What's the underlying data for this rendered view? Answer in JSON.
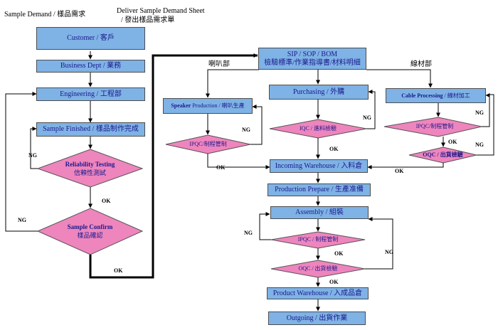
{
  "header": {
    "sample_demand": "Sample Demand / 樣品需求",
    "deliver_line1": "Deliver Sample Demand Sheet",
    "deliver_line2": "/ 發出樣品需求單"
  },
  "left": {
    "customer": "Customer / 客戶",
    "business": "Business Dept / 業務",
    "engineering": "Engineering / 工程部",
    "sample_finished": "Sample Finished / 樣品制作完成",
    "reliability_en": "Reliability Testing",
    "reliability_zh": "信賴性測試",
    "confirm_en": "Sample Confirm",
    "confirm_zh": "樣品確認"
  },
  "right": {
    "sip_line1": "SIP / SOP / BOM",
    "sip_line2": "檢驗標準/作業指導書/材料明細",
    "dept_speaker": "喇叭部",
    "dept_cable": "線材部",
    "speaker_prod_en": "Speaker",
    "speaker_prod_rest": "Production / 喇叭生產",
    "ipqc_speaker": "IPQC/制程管制",
    "purchasing": "Purchasing / 外購",
    "iqc": "IQC / 進料檢驗",
    "cable_en": "Cable Processing",
    "cable_zh": "/ 線材加工",
    "ipqc_cable": "IPQC/制程管制",
    "oqc_cable": "OQC / 出貨檢驗",
    "incoming": "Incoming Warehouse / 入料倉",
    "prod_prepare": "Production Prepare / 生產准備",
    "assembly": "Assembly / 組裝",
    "ipqc_assembly": "IPQC / 制程管制",
    "oqc_assembly": "OQC / 出貨檢驗",
    "product_wh": "Product Warehouse / 入成品倉",
    "outgoing": "Outgoing / 出貨作業"
  },
  "labels": {
    "ng": "NG",
    "ok": "OK"
  },
  "colors": {
    "process_box": "#7fb2e5",
    "decision": "#ee85bd",
    "text": "#1a1a8c",
    "line": "#000000"
  }
}
